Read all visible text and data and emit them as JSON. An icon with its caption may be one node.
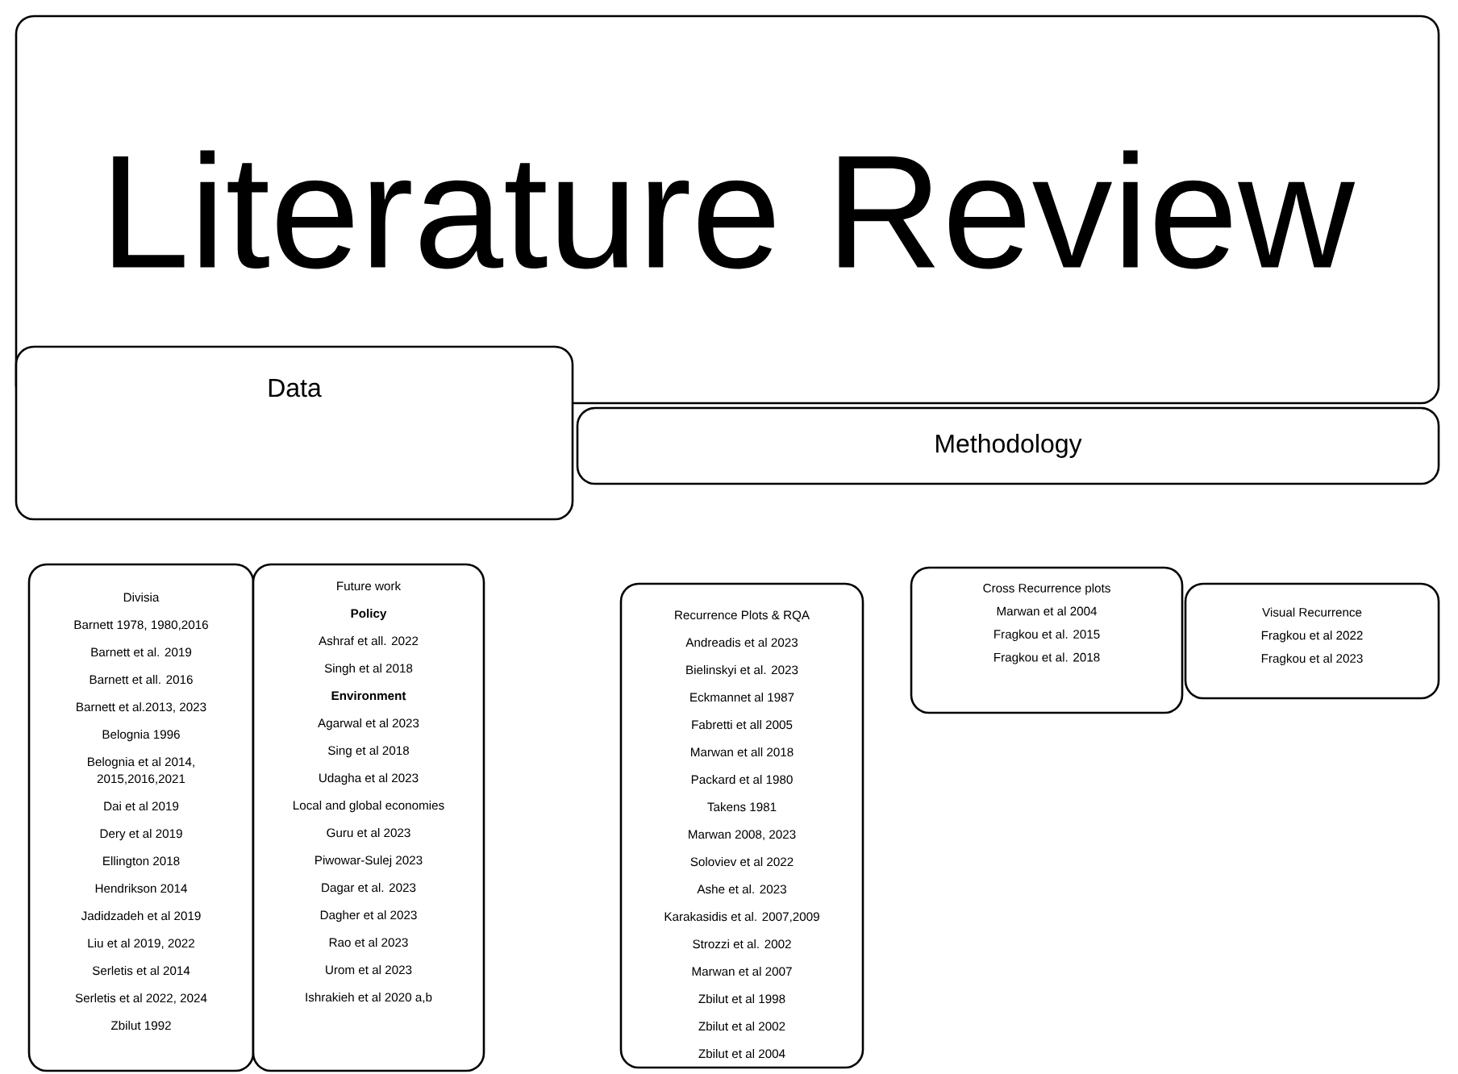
{
  "diagram": {
    "nodes": [
      {
        "text": [
          "Literature Review"
        ]
      },
      {
        "text": [
          "Data"
        ]
      },
      {
        "text": [
          "Methodology"
        ]
      },
      {
        "text": [
          "Divisia",
          "Barnett 1978, 1980,2016",
          "Barnett  et al. 2019",
          "Barnett et all. 2016",
          "Barnett et al.2013, 2023",
          "Belognia 1996",
          "Belognia et al 2014, 2015,2016,2021",
          "Dai et al 2019",
          "Dery et al 2019",
          "Ellington 2018",
          "Hendrikson  2014",
          "Jadidzadeh et al 2019",
          "Liu et al 2019, 2022",
          "Serletis et al 2014",
          "Serletis et al 2022, 2024",
          "Zbilut 1992"
        ]
      },
      {
        "text": [
          "Future work",
          "**Policy**",
          "Ashraf et all. 2022",
          "Singh et al 2018",
          "**Environment**",
          "Agarwal et al  2023",
          "Sing et al 2018",
          "Udagha et al 2023",
          "Local and global economies",
          "Guru et al  2023",
          "Piwowar-Sulej  2023",
          "Dagar et al. 2023",
          "Dagher et al 2023",
          "Rao et al  2023",
          "Urom et al 2023",
          "Ishrakieh et al 2020 a,b"
        ]
      },
      {
        "text": [
          "Recurrence Plots & RQA",
          "Andreadis et al 2023",
          "Bielinskyi et al. 2023",
          "Eckmannet al  1987",
          "Fabretti et all  2005",
          "Marwan et all 2018",
          "Packard et al  1980",
          "Takens 1981",
          "Marwan 2008, 2023",
          "Soloviev et al  2022",
          "Ashe et al. 2023",
          "Karakasidis et al. 2007,2009",
          "Strozzi et al. 2002",
          "Marwan et al 2007",
          "Zbilut et al 1998",
          "Zbilut et al 2002",
          "Zbilut et al  2004"
        ]
      },
      {
        "text": [
          "Cross Recurrence plots",
          "Marwan et al 2004",
          "Fragkou et al. 2015",
          "Fragkou et al. 2018"
        ]
      },
      {
        "text": [
          "Visual Recurrence",
          "Fragkou et al 2022",
          "Fragkou et al 2023"
        ]
      }
    ]
  }
}
